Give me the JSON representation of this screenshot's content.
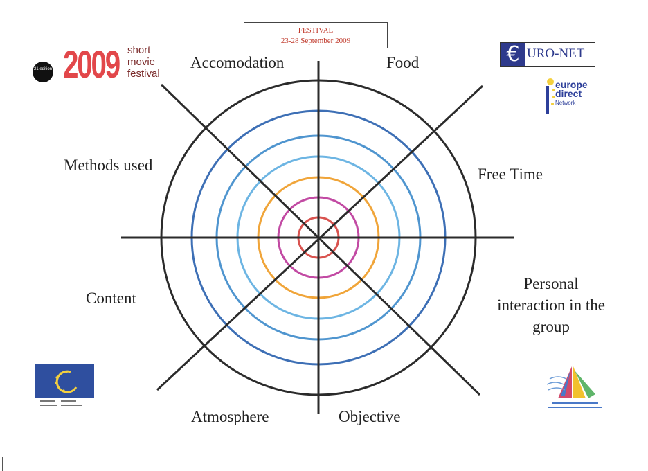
{
  "title_box": {
    "line1": "FESTIVAL",
    "line2": "23-28 September 2009"
  },
  "logos": {
    "festival_badge": "21 edition",
    "year": "2009",
    "festival_name": [
      "short",
      "movie",
      "festival"
    ],
    "euronet_text": "URO-NET",
    "europe_direct_lines": [
      "europe",
      "direct"
    ],
    "europe_direct_network": "Network"
  },
  "labels": {
    "accomodation": "Accomodation",
    "food": "Food",
    "methods": "Methods used",
    "free_time": "Free Time",
    "content": "Content",
    "personal": [
      "Personal",
      "interaction in the",
      "group"
    ],
    "atmosphere": "Atmosphere",
    "objective": "Objective"
  },
  "colors": {
    "outer_ring": "#2b2b2b",
    "ring_dark_blue": "#3d6fb5",
    "ring_blue": "#4f95cf",
    "ring_light_blue": "#6db5e3",
    "ring_orange": "#f0a53a",
    "ring_magenta": "#c24aa3",
    "ring_red": "#d9534f",
    "spokes": "#2b2b2b",
    "title_text": "#c0392b"
  }
}
